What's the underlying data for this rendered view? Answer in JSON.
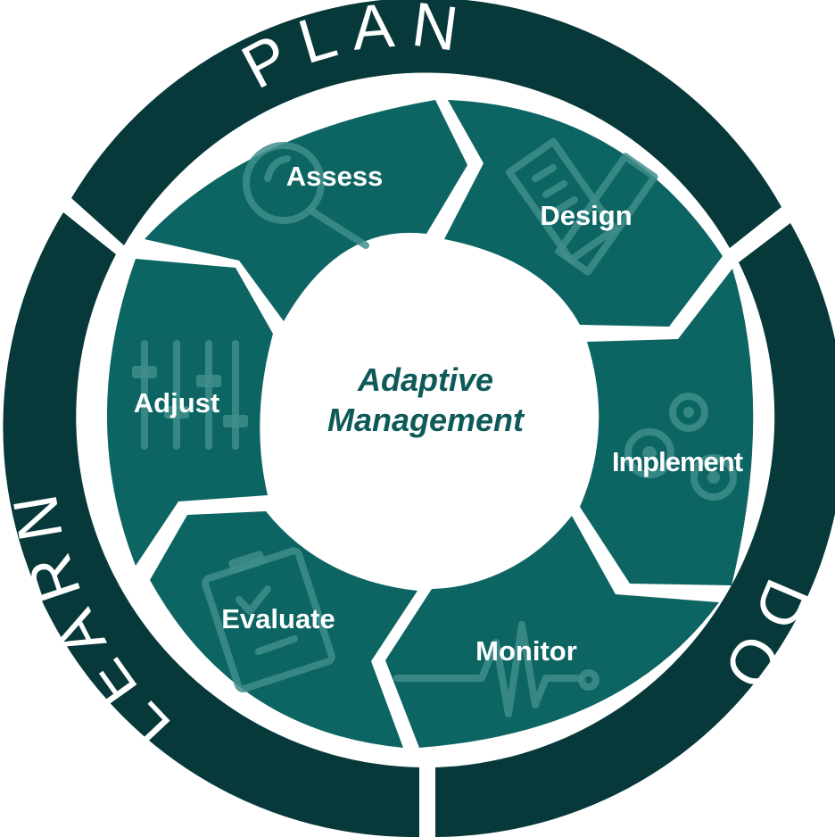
{
  "outer_ring": {
    "plan": "PLAN",
    "do": "DO",
    "learn": "LEARN"
  },
  "center": {
    "line1": "Adaptive",
    "line2": "Management"
  },
  "stages": {
    "assess": {
      "label": "Assess",
      "icon": "magnifier-icon"
    },
    "design": {
      "label": "Design",
      "icon": "ruler-pencil-icon"
    },
    "implement": {
      "label": "Implement",
      "icon": "gears-icon"
    },
    "monitor": {
      "label": "Monitor",
      "icon": "heartbeat-icon"
    },
    "evaluate": {
      "label": "Evaluate",
      "icon": "clipboard-icon"
    },
    "adjust": {
      "label": "Adjust",
      "icon": "sliders-icon"
    }
  },
  "colors": {
    "ring": "#07393a",
    "segment": "#0c6563",
    "icon": "#3f8e8b",
    "center_text": "#0e5a59"
  }
}
